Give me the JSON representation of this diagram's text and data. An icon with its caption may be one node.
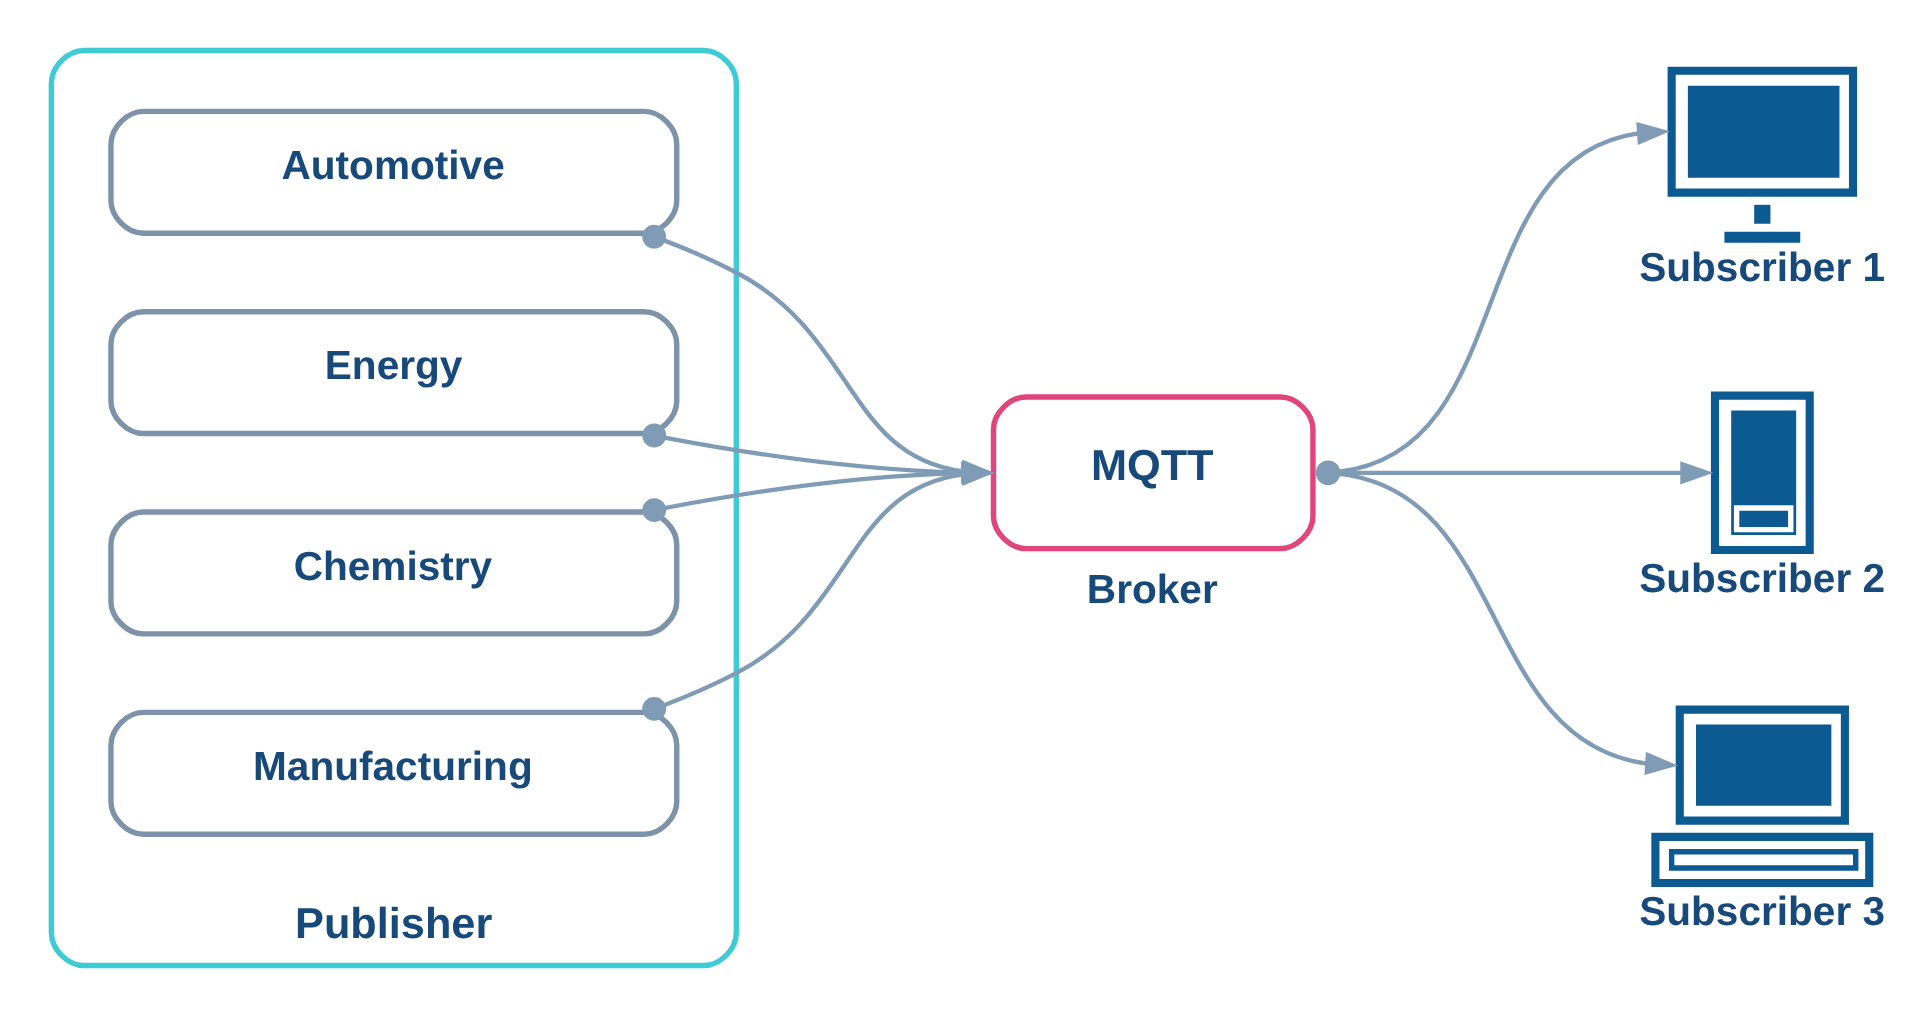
{
  "diagram": {
    "nodes": [
      {
        "text": [
          "Publisher"
        ]
      },
      {
        "text": [
          "Automotive"
        ],
        "in": 0
      },
      {
        "text": [
          "Energy"
        ],
        "in": 0
      },
      {
        "text": [
          "Chemistry"
        ],
        "in": 0
      },
      {
        "text": [
          "Manufacturing"
        ],
        "in": 0
      },
      {
        "text": [
          "MQTT"
        ],
        "beside": [
          "Broker"
        ]
      },
      {
        "text": [],
        "shape": "picture",
        "beside": [
          "Subscriber 1"
        ]
      },
      {
        "text": [],
        "shape": "picture",
        "beside": [
          "Subscriber 2"
        ]
      },
      {
        "text": [],
        "shape": "picture",
        "beside": [
          "Subscriber 3"
        ]
      }
    ],
    "edges": [
      {
        "from": 1,
        "to": 5,
        "arrow": "to"
      },
      {
        "from": 2,
        "to": 5,
        "arrow": "to"
      },
      {
        "from": 3,
        "to": 5,
        "arrow": "to"
      },
      {
        "from": 4,
        "to": 5,
        "arrow": "to"
      },
      {
        "from": 5,
        "to": 6,
        "arrow": "to"
      },
      {
        "from": 5,
        "to": 7,
        "arrow": "to"
      },
      {
        "from": 5,
        "to": 8,
        "arrow": "to"
      }
    ]
  }
}
